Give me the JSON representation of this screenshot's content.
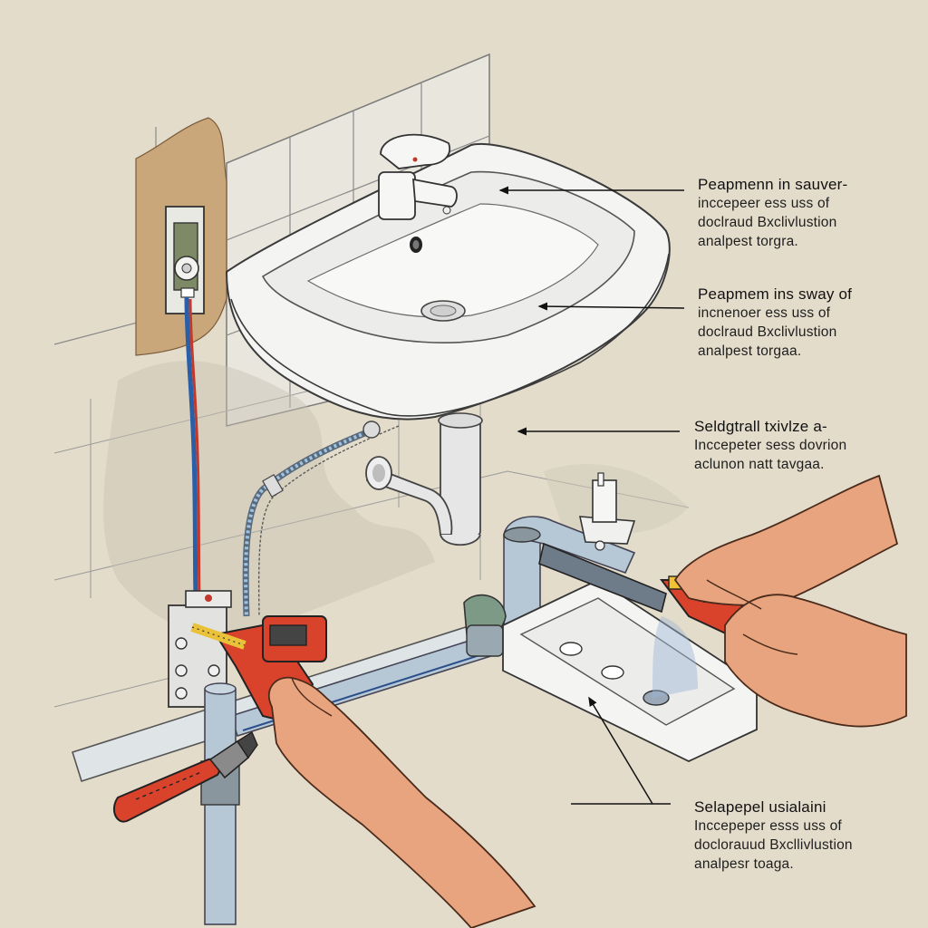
{
  "callouts": [
    {
      "title": "Peapmenn in sauver-",
      "lines": [
        "inccepeer ess uss of",
        "doclraud Bxclivlustion",
        "analpest torgra."
      ]
    },
    {
      "title": "Peapmem ins sway of",
      "lines": [
        "incnenoer ess uss of",
        "doclraud Bxclivlustion",
        "analpest torgaa."
      ]
    },
    {
      "title": "Seldgtrall txivlze a-",
      "lines": [
        "Inccepeter sess dovrion",
        "aclunon natt tavgaa."
      ]
    },
    {
      "title": "Selapepel usialaini",
      "lines": [
        "Inccepeper esss uss of",
        "doclorauud Bxcllivlustion",
        "analpesr toaga."
      ]
    }
  ],
  "colors": {
    "background": "#e3dccb",
    "tile": "#e9e6de",
    "sink": "#f4f4f2",
    "pipe_blue": "#b6c8d6",
    "wrench_red": "#d9432c",
    "skin": "#e8a47f",
    "wall_patch": "#c9a77b"
  }
}
